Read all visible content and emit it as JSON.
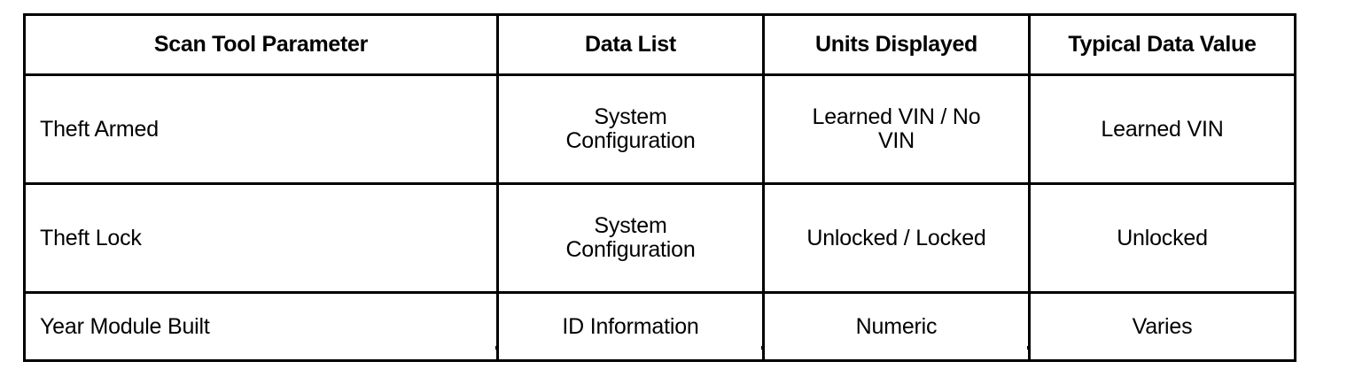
{
  "table": {
    "columns": [
      {
        "key": "parameter",
        "label": "Scan Tool Parameter",
        "align": "left"
      },
      {
        "key": "data_list",
        "label": "Data List",
        "align": "center"
      },
      {
        "key": "units",
        "label": "Units Displayed",
        "align": "center"
      },
      {
        "key": "typical",
        "label": "Typical Data Value",
        "align": "center"
      }
    ],
    "headers": {
      "parameter": "Scan Tool Parameter",
      "data_list": "Data List",
      "units": "Units Displayed",
      "typical": "Typical Data Value"
    },
    "rows": [
      {
        "parameter": "Theft Armed",
        "data_list_line1": "System",
        "data_list_line2": "Configuration",
        "units_line1": "Learned VIN / No",
        "units_line2": "VIN",
        "typical": "Learned VIN"
      },
      {
        "parameter": "Theft Lock",
        "data_list_line1": "System",
        "data_list_line2": "Configuration",
        "units_line1": "Unlocked / Locked",
        "units_line2": "",
        "typical": "Unlocked"
      },
      {
        "parameter": "Year Module Built",
        "data_list_line1": "ID Information",
        "data_list_line2": "",
        "units_line1": "Numeric",
        "units_line2": "",
        "typical": "Varies"
      }
    ]
  },
  "style": {
    "border_color": "#000000",
    "background": "#ffffff",
    "text_color": "#000000"
  }
}
